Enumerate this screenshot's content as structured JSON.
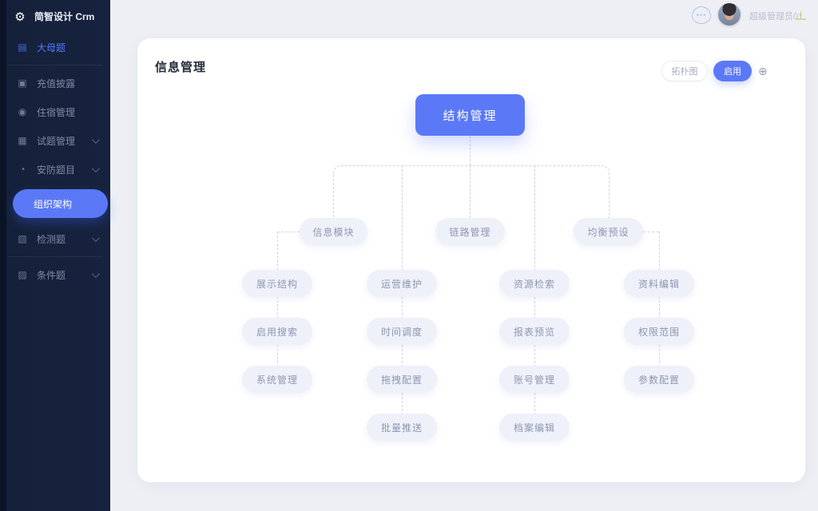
{
  "brand": {
    "logo_text": "简智设计 Crm",
    "logo_icon": "gear-icon",
    "logo_glyph": "⚙"
  },
  "sidebar": {
    "items": [
      {
        "id": "main-board",
        "label": "大母题",
        "icon": "board-icon",
        "glyph": "▤",
        "state": "active-link",
        "chevron": false,
        "divider_after": true
      },
      {
        "id": "recharge",
        "label": "充值披露",
        "icon": "archive-icon",
        "glyph": "▣",
        "state": "",
        "chevron": false,
        "divider_after": false
      },
      {
        "id": "lodging",
        "label": "住宿管理",
        "icon": "user-icon",
        "glyph": "◉",
        "state": "",
        "chevron": false,
        "divider_after": false
      },
      {
        "id": "question-mgmt",
        "label": "试题管理",
        "icon": "grid-icon",
        "glyph": "▦",
        "state": "",
        "chevron": true,
        "divider_after": false
      },
      {
        "id": "security",
        "label": "安防题目",
        "icon": "clock-icon",
        "glyph": "◔",
        "state": "",
        "chevron": true,
        "divider_after": false
      },
      {
        "id": "org-structure",
        "label": "组织架构",
        "icon": "",
        "glyph": "",
        "state": "active-pill",
        "chevron": false,
        "divider_after": false
      },
      {
        "id": "detection",
        "label": "检测题",
        "icon": "doc-icon",
        "glyph": "▧",
        "state": "",
        "chevron": true,
        "divider_after": true
      },
      {
        "id": "condition",
        "label": "条件题",
        "icon": "folder-icon",
        "glyph": "▨",
        "state": "",
        "chevron": true,
        "divider_after": false
      }
    ]
  },
  "topbar": {
    "username": "超级管理员01",
    "chat_icon": {
      "name": "chat-bubble-icon",
      "glyph": "•••"
    },
    "download_icon": {
      "name": "download-icon",
      "glyph": "↓"
    }
  },
  "page": {
    "title": "信息管理",
    "ghost_button": "拓扑图",
    "primary_button": "启用",
    "pan_icon": {
      "name": "move-icon",
      "glyph": "⊕"
    }
  },
  "org_chart": {
    "root": "结构管理",
    "level2": [
      "信息模块",
      "链路管理",
      "均衡预设"
    ],
    "columns": [
      [
        "展示结构",
        "启用搜索",
        "系统管理"
      ],
      [
        "运营维护",
        "时间调度",
        "拖拽配置",
        "批量推送"
      ],
      [
        "资源检索",
        "报表预览",
        "账号管理",
        "档案编辑"
      ],
      [
        "资料编辑",
        "权限范围",
        "参数配置"
      ]
    ]
  },
  "colors": {
    "primary": "#5b79f7",
    "sidebar_bg": "#15203a",
    "node_bg": "#eef1f9",
    "node_text": "#8e97b0",
    "dashed_line": "#cdd4e2"
  }
}
